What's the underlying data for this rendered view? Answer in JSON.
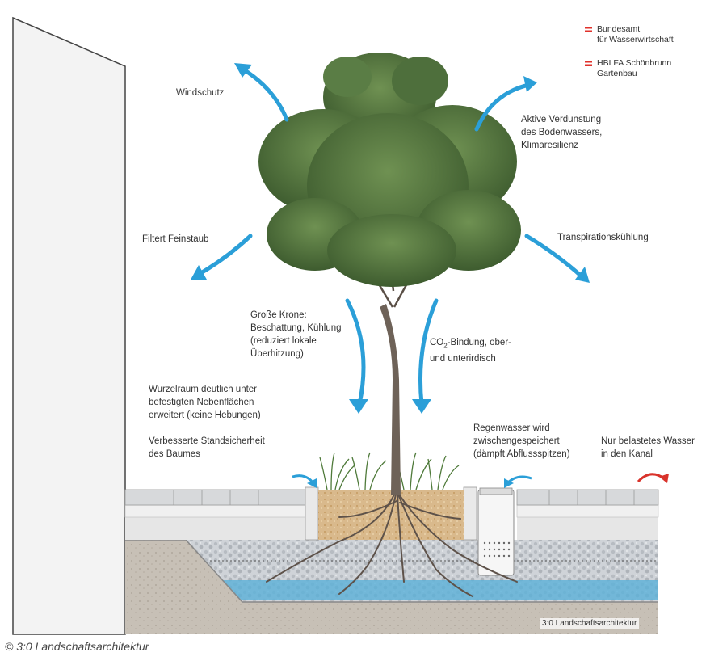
{
  "logos": [
    {
      "line1": "Bundesamt",
      "line2": "für Wasserwirtschaft",
      "color": "#e0312b"
    },
    {
      "line1": "HBLFA Schönbrunn",
      "line2": "Gartenbau",
      "color": "#e0312b"
    }
  ],
  "labels": {
    "windschutz": "Windschutz",
    "verdunstung": [
      "Aktive Verdunstung",
      "des Bodenwassers,",
      "Klimaresilienz"
    ],
    "feinstaub": "Filtert Feinstaub",
    "transpiration": "Transpirationskühlung",
    "krone": [
      "Große Krone:",
      "Beschattung, Kühlung",
      "(reduziert lokale",
      "Überhitzung)"
    ],
    "co2": {
      "prefix": "CO",
      "sub": "2",
      "suffix": "-Bindung, ober-",
      "line2": "und unterirdisch"
    },
    "wurzelraum": [
      "Wurzelraum deutlich unter",
      "befestigten Nebenflächen",
      "erweitert (keine Hebungen)"
    ],
    "standsicherheit": [
      "Verbesserte Standsicherheit",
      "des Baumes"
    ],
    "regenwasser": [
      "Regenwasser wird",
      "zwischengespeichert",
      "(dämpft Abflussspitzen)"
    ],
    "kanal": [
      "Nur belastetes Wasser",
      "in den Kanal"
    ]
  },
  "credit_inner": "3:0 Landschaftsarchitektur",
  "caption": "© 3:0 Landschaftsarchitektur",
  "colors": {
    "arrow_blue": "#2b9fd8",
    "arrow_red": "#d9332b",
    "foliage": "#4a6b3a",
    "trunk": "#6e6258",
    "water": "#5ab0d8",
    "wall": "#f2f2f2"
  },
  "icons": [
    "blue-arrow-icon",
    "red-arrow-icon",
    "tree-icon",
    "flag-icon"
  ]
}
